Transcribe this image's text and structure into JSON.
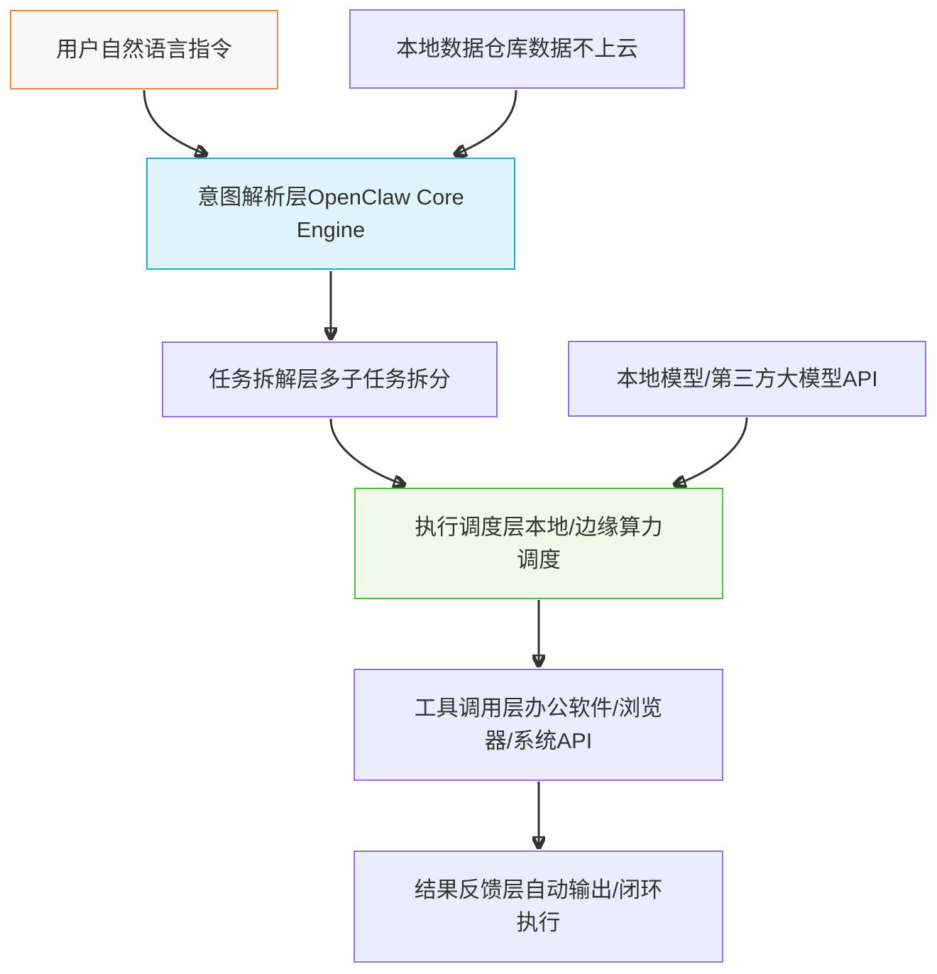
{
  "diagram": {
    "type": "flowchart",
    "direction": "top-down",
    "nodes": [
      {
        "id": "user",
        "label": "用户自然语言指令",
        "lines": [
          "用户自然语言指令"
        ],
        "fill": "#f8f8f8",
        "stroke": "#e8893f"
      },
      {
        "id": "warehouse",
        "label": "本地数据仓库数据不上云",
        "lines": [
          "本地数据仓库数据不上云"
        ],
        "fill": "#ececff",
        "stroke": "#9370db"
      },
      {
        "id": "intent",
        "label": "意图解析层OpenClaw Core Engine",
        "lines": [
          "意图解析层OpenClaw Core",
          "Engine"
        ],
        "fill": "#e0f4fc",
        "stroke": "#2aa2d8"
      },
      {
        "id": "tasksplit",
        "label": "任务拆解层多子任务拆分",
        "lines": [
          "任务拆解层多子任务拆分"
        ],
        "fill": "#ececff",
        "stroke": "#9370db"
      },
      {
        "id": "modelapi",
        "label": "本地模型/第三方大模型API",
        "lines": [
          "本地模型/第三方大模型API"
        ],
        "fill": "#ececff",
        "stroke": "#9370db"
      },
      {
        "id": "scheduler",
        "label": "执行调度层本地/边缘算力调度",
        "lines": [
          "执行调度层本地/边缘算力",
          "调度"
        ],
        "fill": "#f1fae8",
        "stroke": "#4eba4a"
      },
      {
        "id": "toollayer",
        "label": "工具调用层办公软件/浏览器/系统API",
        "lines": [
          "工具调用层办公软件/浏览",
          "器/系统API"
        ],
        "fill": "#ececff",
        "stroke": "#9370db"
      },
      {
        "id": "feedback",
        "label": "结果反馈层自动输出/闭环执行",
        "lines": [
          "结果反馈层自动输出/闭环",
          "执行"
        ],
        "fill": "#ececff",
        "stroke": "#9370db"
      }
    ],
    "edges": [
      {
        "from": "user",
        "to": "intent"
      },
      {
        "from": "warehouse",
        "to": "intent"
      },
      {
        "from": "intent",
        "to": "tasksplit"
      },
      {
        "from": "tasksplit",
        "to": "scheduler"
      },
      {
        "from": "modelapi",
        "to": "scheduler"
      },
      {
        "from": "scheduler",
        "to": "toollayer"
      },
      {
        "from": "toollayer",
        "to": "feedback"
      }
    ],
    "colors": {
      "text": "#333333",
      "edge": "#333333",
      "background": "#ffffff"
    }
  }
}
